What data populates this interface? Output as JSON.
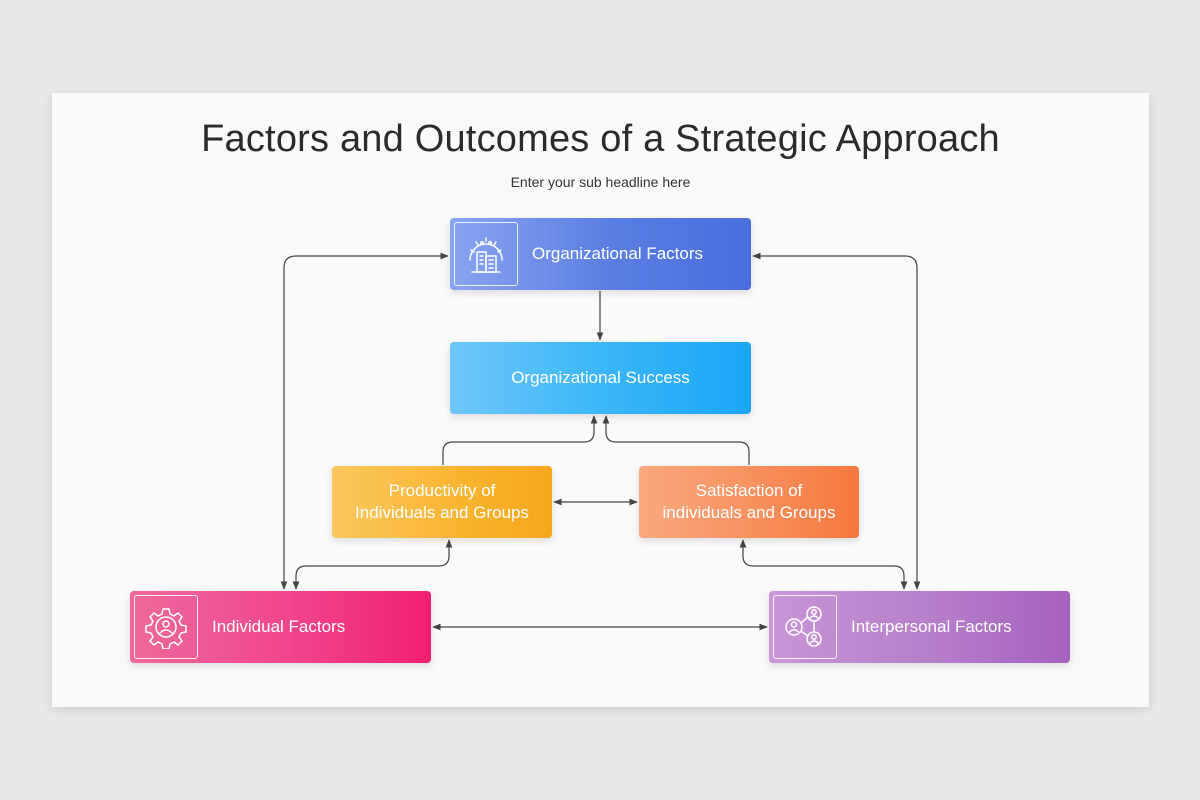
{
  "header": {
    "title": "Factors and Outcomes of a Strategic Approach",
    "subtitle": "Enter your sub headline here"
  },
  "nodes": {
    "organizational_factors": {
      "label": "Organizational Factors",
      "icon": "building-gear-icon"
    },
    "organizational_success": {
      "label": "Organizational Success"
    },
    "productivity": {
      "label": "Productivity of\nIndividuals and Groups"
    },
    "satisfaction": {
      "label": "Satisfaction of\nindividuals and Groups"
    },
    "individual_factors": {
      "label": "Individual Factors",
      "icon": "person-gear-icon"
    },
    "interpersonal_factors": {
      "label": "Interpersonal Factors",
      "icon": "people-network-icon"
    }
  },
  "colors": {
    "organizational_factors": "#5a7de2",
    "organizational_success": "#3cb6f8",
    "productivity": "#f9b42f",
    "satisfaction": "#f78d5a",
    "individual_factors": "#f0448a",
    "interpersonal_factors": "#b57ecb",
    "connector": "#444444"
  }
}
